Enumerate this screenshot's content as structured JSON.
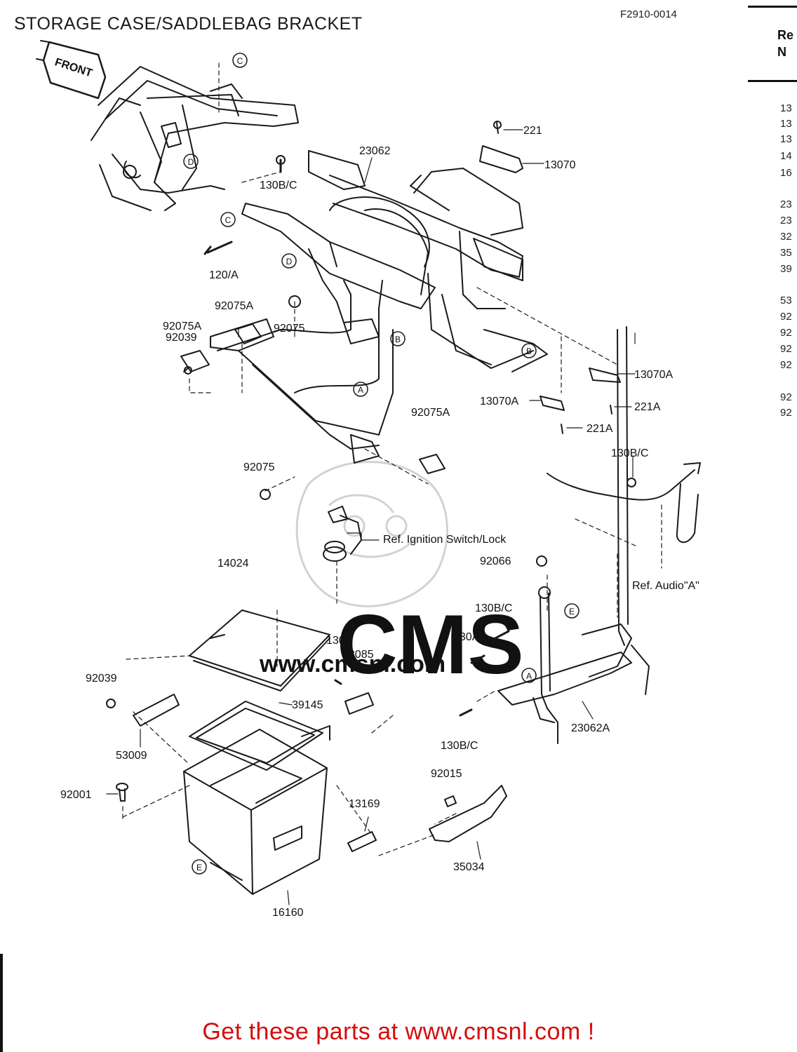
{
  "header": {
    "title": "STORAGE CASE/SADDLEBAG BRACKET",
    "drawing_code": "F2910-0014"
  },
  "side_table": {
    "heading": "Re\nN",
    "numbers": [
      "13",
      "13",
      "13",
      "14",
      "16",
      "23",
      "23",
      "32",
      "35",
      "39",
      "53",
      "92",
      "92",
      "92",
      "92",
      "92",
      "92"
    ]
  },
  "diagram": {
    "front_tag": "FRONT",
    "watermark": "CMS",
    "watermark_url": "www.cmsnl.com",
    "labels": [
      "221",
      "23062",
      "13070",
      "130B/C",
      "120/A",
      "92075A",
      "92075A",
      "92075",
      "13070A",
      "13070A",
      "221A",
      "221A",
      "92075A",
      "92075",
      "130B/C",
      "Ref. Ignition Switch/Lock",
      "92066",
      "Ref. Audio\"A\"",
      "92039",
      "14024",
      "130B/C",
      "130A",
      "130",
      "32085",
      "92039",
      "39145",
      "53009",
      "23062A",
      "130B/C",
      "92015",
      "92001",
      "13169",
      "35034",
      "16160"
    ],
    "callouts": [
      "C",
      "D",
      "C",
      "D",
      "B",
      "A",
      "B",
      "E",
      "A",
      "E"
    ]
  },
  "footer": {
    "cta": "Get these parts at www.cmsnl.com !"
  }
}
